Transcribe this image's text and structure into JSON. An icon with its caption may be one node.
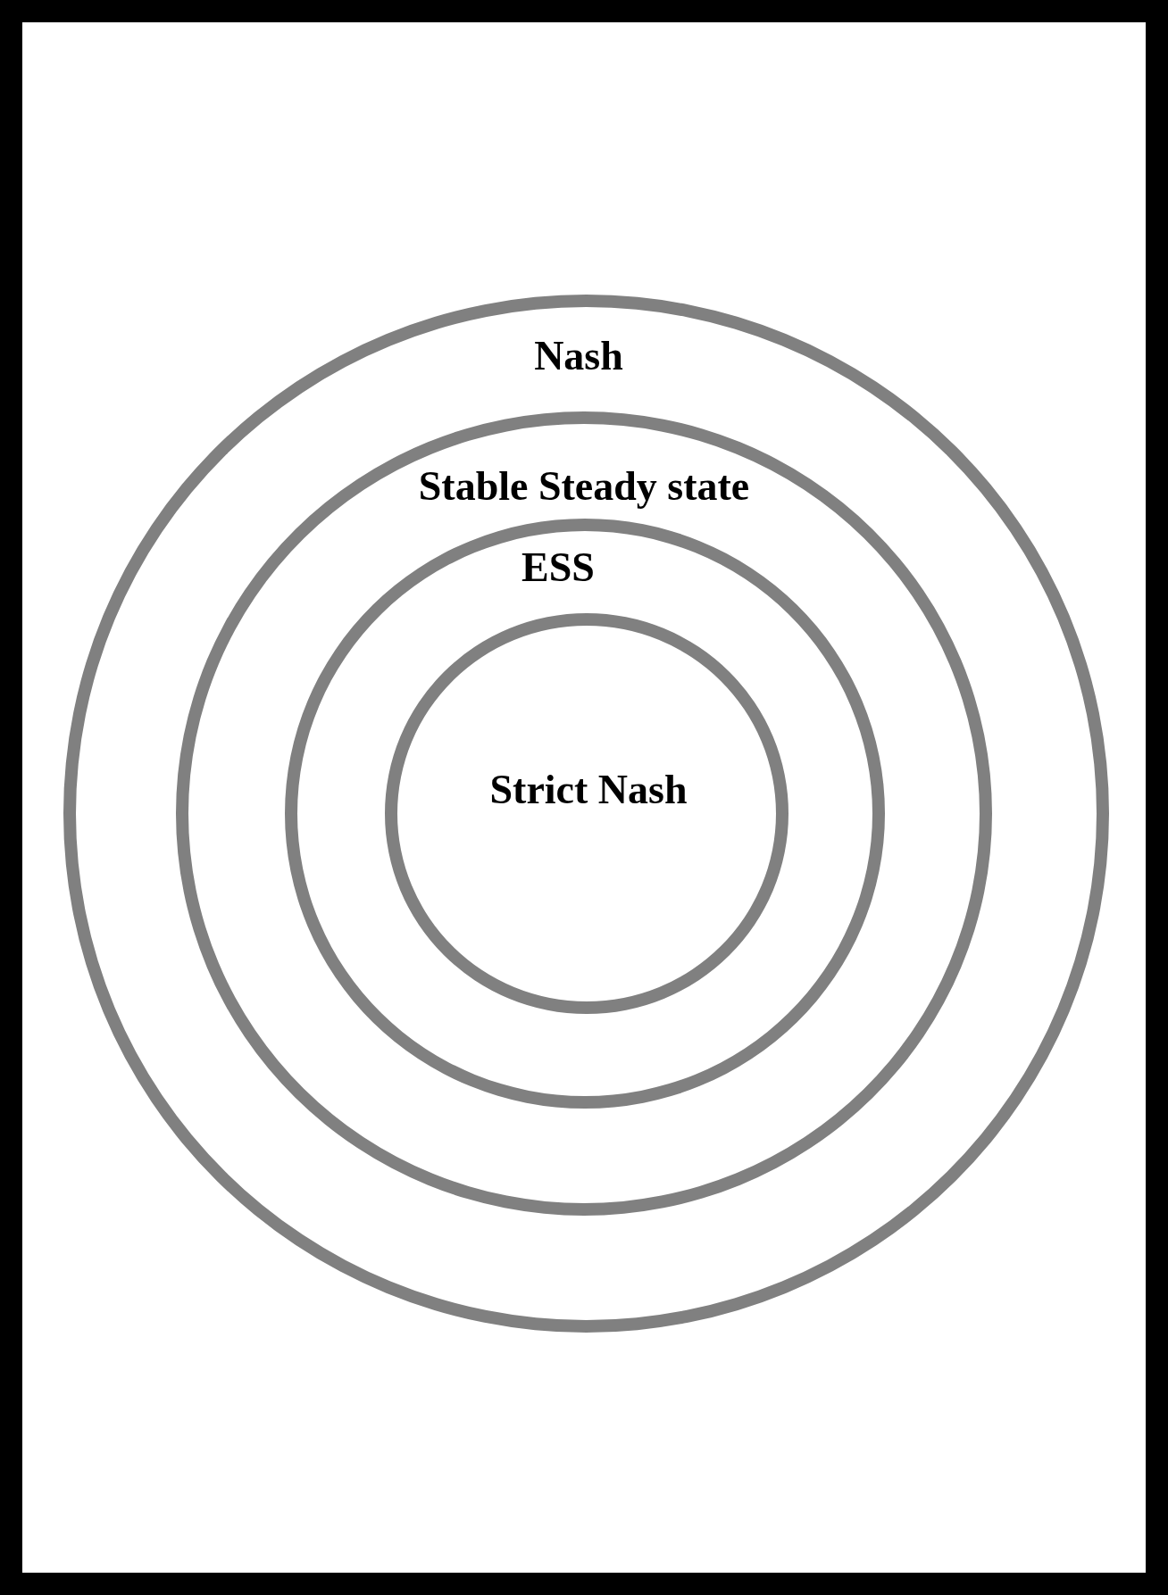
{
  "diagram": {
    "nodes": [
      {
        "text": [
          "Nash"
        ]
      },
      {
        "text": [
          "Stable Steady state"
        ],
        "in": 0
      },
      {
        "text": [
          "ESS"
        ],
        "in": 1
      },
      {
        "text": [
          "Strict Nash"
        ],
        "in": 2
      }
    ],
    "edges": []
  }
}
